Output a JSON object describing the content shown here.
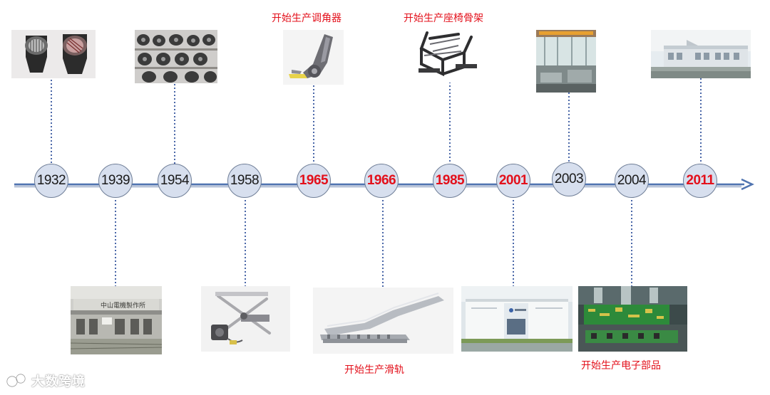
{
  "timeline": {
    "years": [
      {
        "label": "1932",
        "highlight": false
      },
      {
        "label": "1939",
        "highlight": false
      },
      {
        "label": "1954",
        "highlight": false
      },
      {
        "label": "1958",
        "highlight": false
      },
      {
        "label": "1965",
        "highlight": true
      },
      {
        "label": "1966",
        "highlight": true
      },
      {
        "label": "1985",
        "highlight": true
      },
      {
        "label": "2001",
        "highlight": true
      },
      {
        "label": "2003",
        "highlight": false
      },
      {
        "label": "2004",
        "highlight": false
      },
      {
        "label": "2011",
        "highlight": true
      }
    ],
    "captions": {
      "c1965": "开始生产调角器",
      "c1985": "开始生产座椅骨架",
      "c1966": "开始生产滑轨",
      "c2004": "开始生产电子部品"
    }
  },
  "photos": {
    "p1939_sign": "中山電機製作所"
  },
  "watermark": {
    "text": "大数跨境"
  },
  "colors": {
    "highlight": "#e3101b",
    "axis": "#4f73b0",
    "node_fill": "#d7dfee",
    "connector": "#4a67a8"
  }
}
